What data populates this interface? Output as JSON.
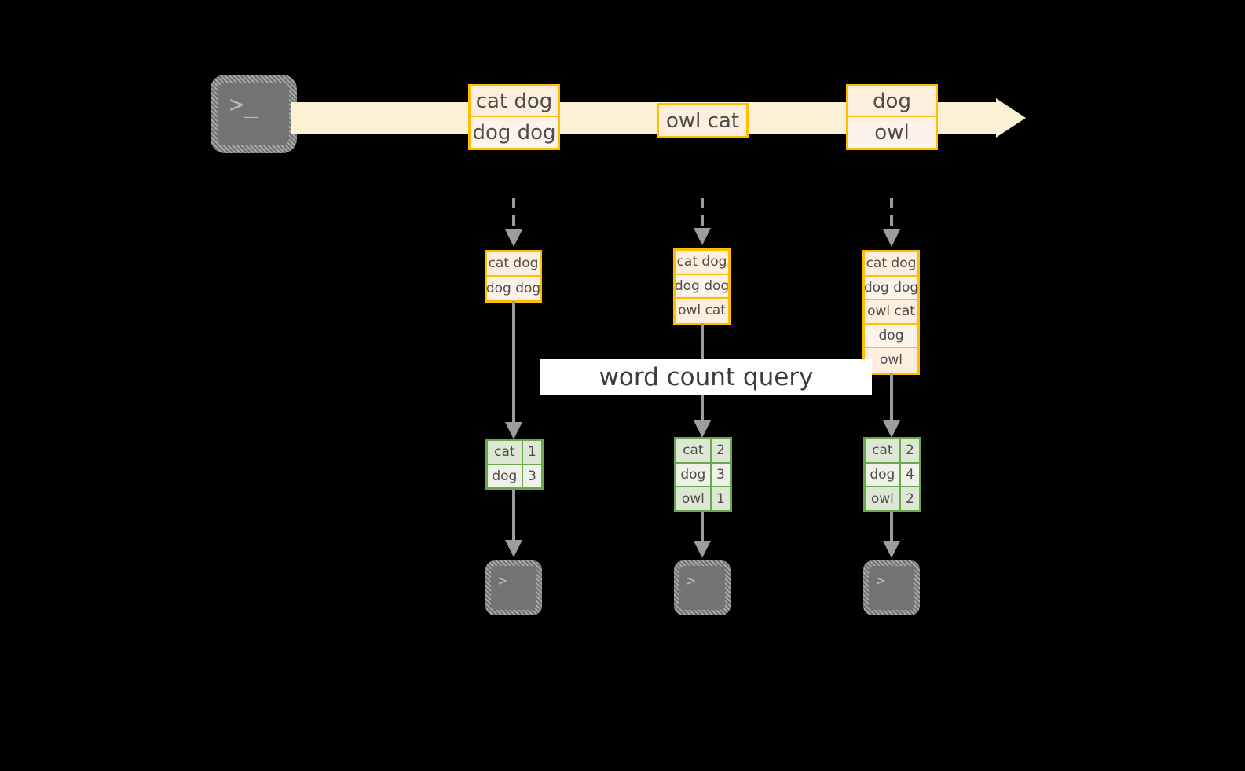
{
  "diagram": {
    "title": "word count query over a record stream",
    "colors": {
      "stream_fill": "#fdf1d5",
      "record_border": "#ffbf00",
      "record_fill_dark": "#fdeedd",
      "record_fill_light": "#fdf3ea",
      "result_border": "#6aa84f",
      "result_fill_dark": "#dde7d3",
      "result_fill_light": "#eef2e9",
      "connector": "#9d9d9d",
      "terminal_fill": "#737373",
      "background": "#000000",
      "label_background": "#ffffff",
      "text": "#4d4d4d"
    },
    "source_terminal": {
      "icon": "terminal-prompt-icon",
      "prompt": ">_"
    },
    "query_label": "word count query",
    "stream_records": [
      {
        "id": "group-1",
        "rows": [
          "cat dog",
          "dog dog"
        ]
      },
      {
        "id": "group-2",
        "rows": [
          "owl cat"
        ]
      },
      {
        "id": "group-3",
        "rows": [
          "dog",
          "owl"
        ]
      }
    ],
    "snapshots": [
      {
        "id": "snapshot-1",
        "records": [
          "cat dog",
          "dog dog"
        ],
        "result_header": null,
        "result_rows": [
          {
            "word": "cat",
            "count": "1"
          },
          {
            "word": "dog",
            "count": "3"
          }
        ],
        "sink_terminal": {
          "icon": "terminal-prompt-icon",
          "prompt": ">_"
        }
      },
      {
        "id": "snapshot-2",
        "records": [
          "cat dog",
          "dog dog",
          "owl cat"
        ],
        "result_header": null,
        "result_rows": [
          {
            "word": "cat",
            "count": "2"
          },
          {
            "word": "dog",
            "count": "3"
          },
          {
            "word": "owl",
            "count": "1"
          }
        ],
        "sink_terminal": {
          "icon": "terminal-prompt-icon",
          "prompt": ">_"
        }
      },
      {
        "id": "snapshot-3",
        "records": [
          "cat dog",
          "dog dog",
          "owl cat",
          "dog",
          "owl"
        ],
        "result_header": null,
        "result_rows": [
          {
            "word": "cat",
            "count": "2"
          },
          {
            "word": "dog",
            "count": "4"
          },
          {
            "word": "owl",
            "count": "2"
          }
        ],
        "sink_terminal": {
          "icon": "terminal-prompt-icon",
          "prompt": ">_"
        }
      }
    ]
  }
}
